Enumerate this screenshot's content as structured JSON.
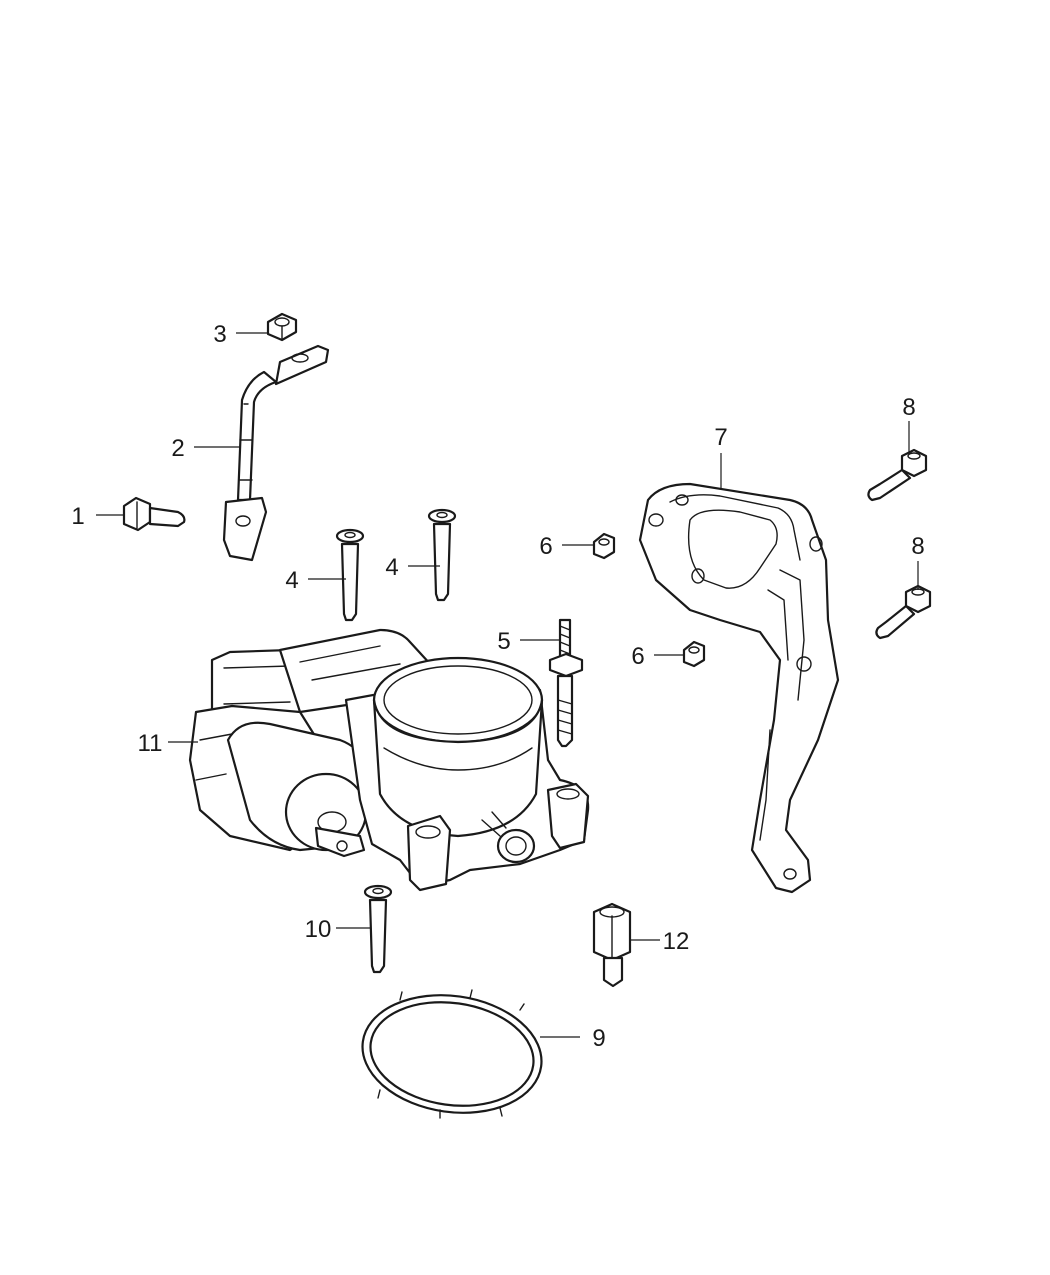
{
  "diagram": {
    "callouts": {
      "c1": "1",
      "c2": "2",
      "c3": "3",
      "c4a": "4",
      "c4b": "4",
      "c5": "5",
      "c6a": "6",
      "c6b": "6",
      "c7": "7",
      "c8a": "8",
      "c8b": "8",
      "c9": "9",
      "c10": "10",
      "c11": "11",
      "c12": "12"
    }
  }
}
